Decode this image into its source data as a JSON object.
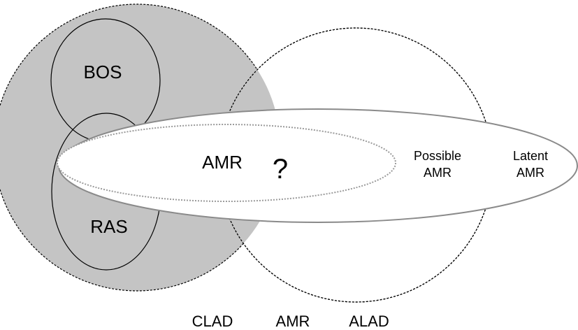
{
  "diagram": {
    "labels": {
      "bos": "BOS",
      "ras": "RAS",
      "amr_center": "AMR",
      "question": "?",
      "possible_line1": "Possible",
      "possible_line2": "AMR",
      "latent_line1": "Latent",
      "latent_line2": "AMR"
    },
    "bottom_labels": [
      "CLAD",
      "AMR",
      "ALAD"
    ],
    "colors": {
      "clad_fill": "#c4c4c4",
      "stroke": "#000000",
      "outer_ellipse_stroke": "#8a8a8a",
      "inner_ellipse_stroke": "#9a9a9a",
      "background": "#ffffff"
    }
  }
}
